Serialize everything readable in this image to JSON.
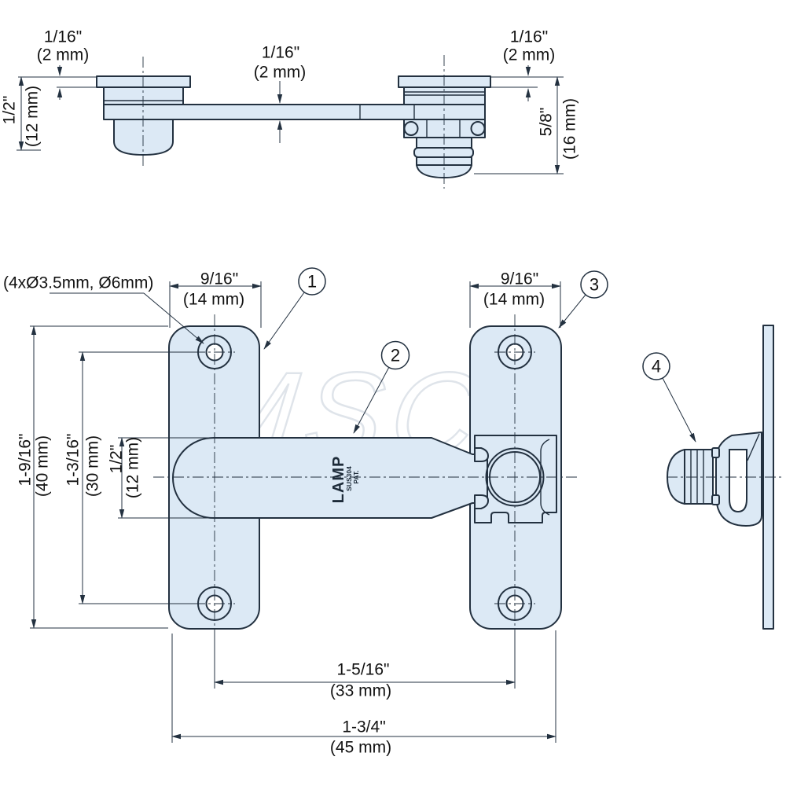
{
  "watermark": "MSC",
  "note_holes": "(4xØ3.5mm, Ø6mm)",
  "brand": {
    "logo": "LAMP",
    "material": "SUS304",
    "patent": "PAT."
  },
  "balloons": {
    "b1": "1",
    "b2": "2",
    "b3": "3",
    "b4": "4"
  },
  "dims": {
    "flange_left_in": "1/16\"",
    "flange_left_mm": "(2 mm)",
    "bar_thickness_in": "1/16\"",
    "bar_thickness_mm": "(2 mm)",
    "flange_right_in": "1/16\"",
    "flange_right_mm": "(2 mm)",
    "left_knob_height_in": "1/2\"",
    "left_knob_height_mm": "(12 mm)",
    "right_knob_height_in": "5/8\"",
    "right_knob_height_mm": "(16 mm)",
    "left_plate_width_in": "9/16\"",
    "left_plate_width_mm": "(14 mm)",
    "right_plate_width_in": "9/16\"",
    "right_plate_width_mm": "(14 mm)",
    "plate_height_in": "1-9/16\"",
    "plate_height_mm": "(40 mm)",
    "hole_pitch_vertical_in": "1-3/16\"",
    "hole_pitch_vertical_mm": "(30 mm)",
    "bar_width_in": "1/2\"",
    "bar_width_mm": "(12 mm)",
    "hole_pitch_horizontal_in": "1-5/16\"",
    "hole_pitch_horizontal_mm": "(33 mm)",
    "overall_width_in": "1-3/4\"",
    "overall_width_mm": "(45 mm)"
  },
  "colors": {
    "part_fill": "#dce9f5",
    "line": "#233140",
    "text": "#121212"
  }
}
